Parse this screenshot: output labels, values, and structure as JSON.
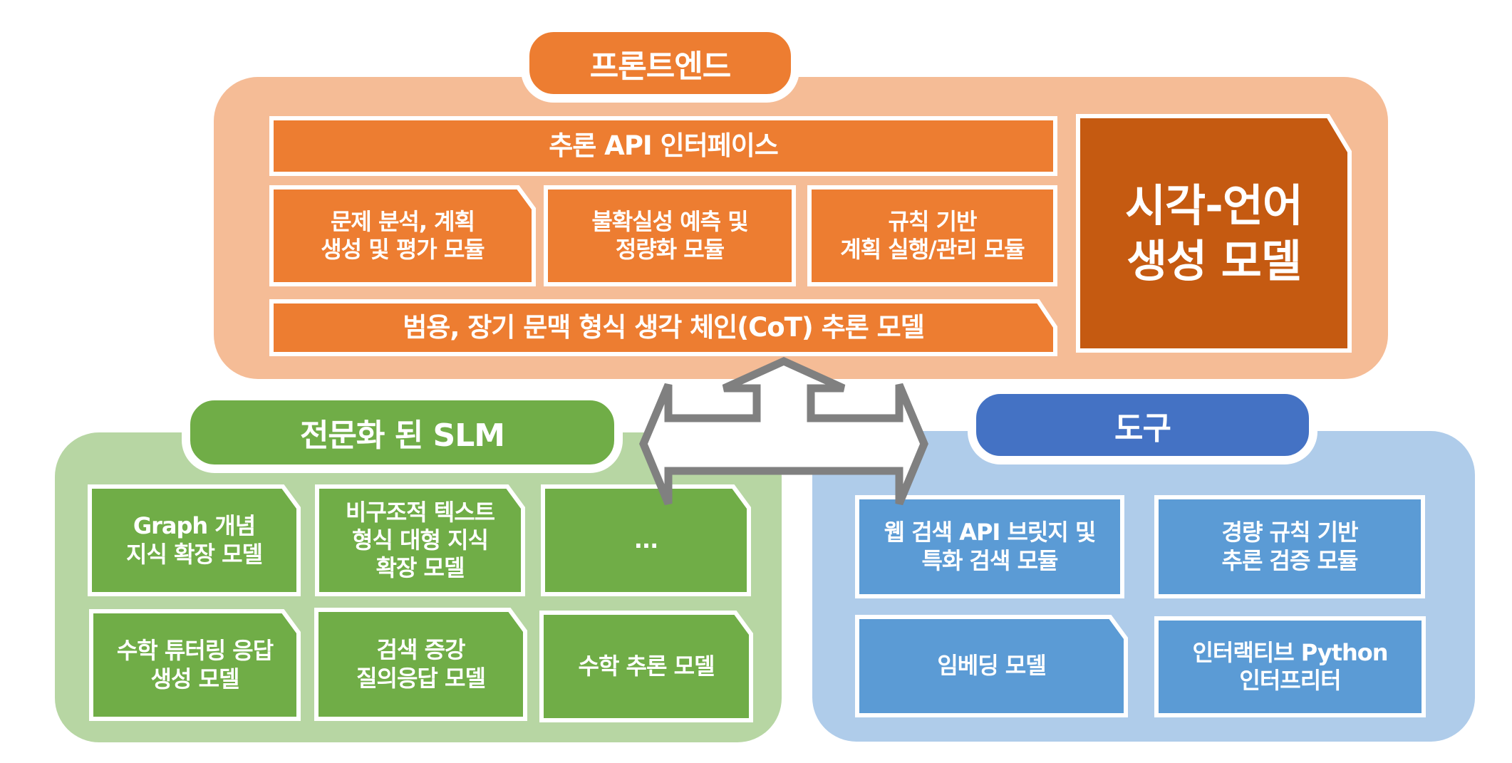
{
  "colors": {
    "frontend_dark": "#C55A11",
    "frontend_mid": "#ED7D31",
    "frontend_light": "#F5BC96",
    "slm_mid": "#70AD47",
    "slm_light": "#B7D6A3",
    "tools_dark": "#4472C4",
    "tools_mid": "#5B9BD5",
    "tools_light": "#AFCCEA",
    "arrow_outline": "#808080"
  },
  "frontend": {
    "title": "프론트엔드",
    "api_interface": "추론 API 인터페이스",
    "modules": [
      "문제 분석, 계획\n생성 및 평가 모듈",
      "불확실성 예측 및\n정량화 모듈",
      "규칙 기반\n계획 실행/관리 모듈"
    ],
    "cot_model": "범용, 장기 문맥 형식 생각 체인(CoT) 추론 모델",
    "vlm": "시각-언어\n생성 모델"
  },
  "slm": {
    "title": "전문화 된 SLM",
    "models": [
      "Graph 개념\n지식 확장 모델",
      "비구조적 텍스트\n형식 대형 지식\n확장 모델",
      "...",
      "수학 튜터링 응답\n생성 모델",
      "검색 증강\n질의응답 모델",
      "수학 추론 모델"
    ]
  },
  "tools": {
    "title": "도구",
    "items": [
      "웹 검색 API 브릿지 및\n특화 검색 모듈",
      "경량 규칙 기반\n추론 검증 모듈",
      "임베딩 모델",
      "인터랙티브 Python\n인터프리터"
    ]
  },
  "connector": {
    "icon": "three-way-arrow-icon"
  }
}
